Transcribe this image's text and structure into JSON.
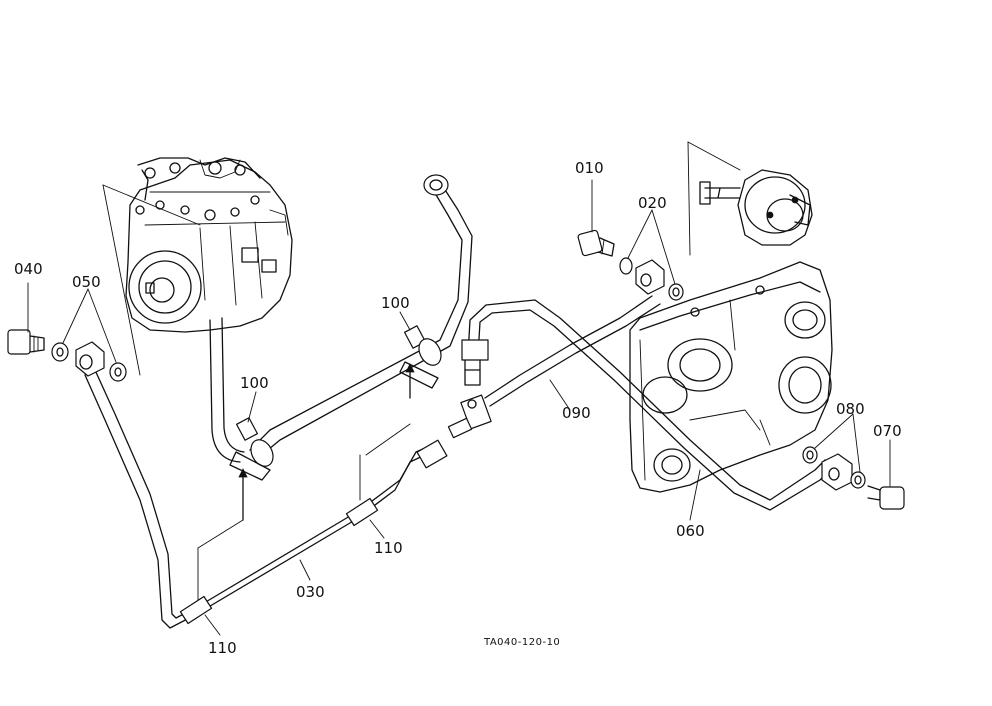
{
  "diagram": {
    "drawing_code": "TA040-120-10",
    "colors": {
      "ink": "#111111",
      "paper": "#ffffff"
    },
    "labels": {
      "p010": "010",
      "p020": "020",
      "p030": "030",
      "p040": "040",
      "p050": "050",
      "p060": "060",
      "p070": "070",
      "p080": "080",
      "p090": "090",
      "p100a": "100",
      "p100b": "100",
      "p110a": "110",
      "p110b": "110"
    }
  }
}
